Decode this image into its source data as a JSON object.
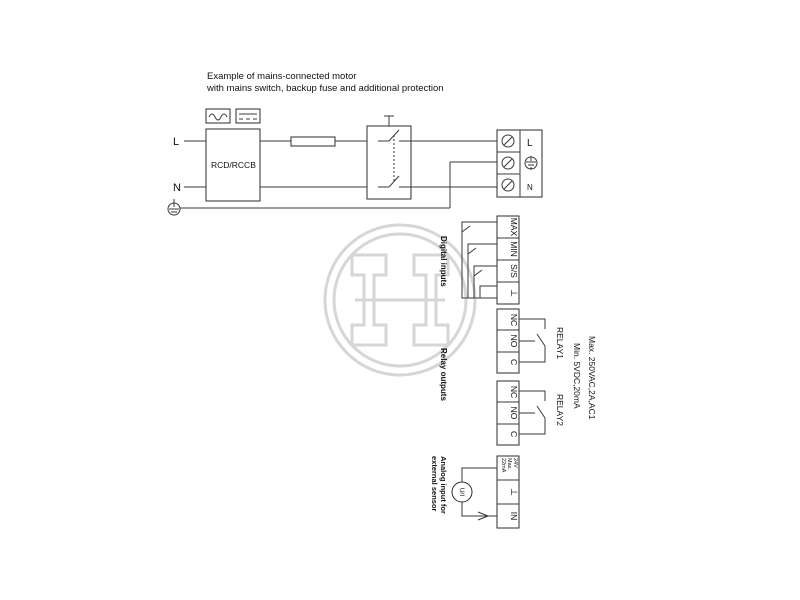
{
  "caption": {
    "line1": "Example of mains-connected motor",
    "line2": "with mains switch, backup fuse and additional protection"
  },
  "supply": {
    "line_label": "L",
    "neutral_label": "N"
  },
  "rcd_label": "RCD/RCCB",
  "mains_terminal": {
    "l_label": "L",
    "n_label": "N"
  },
  "digital_inputs": {
    "title": "Digital inputs",
    "terminals": [
      "MAX",
      "MIN",
      "S/S",
      "⊥"
    ]
  },
  "relay_outputs": {
    "title": "Relay outputs",
    "relay1": {
      "name": "RELAY1",
      "terminals": [
        "NC",
        "NO",
        "C"
      ]
    },
    "relay2": {
      "name": "RELAY2",
      "terminals": [
        "NC",
        "NO",
        "C"
      ]
    },
    "rating_max": "Max. 250VAC,2A,AC1",
    "rating_min": "Min. 5VDC,20mA"
  },
  "analog_input": {
    "title_line1": "Analog input for",
    "title_line2": "external sensor",
    "header": [
      "24V",
      "Max.",
      "22mA"
    ],
    "terminals": [
      "⊥",
      "IN"
    ],
    "sensor_label": "U/I"
  },
  "icons": [
    "sine-wave-icon",
    "dc-icon",
    "earth-ground-icon",
    "screw-terminal-icon",
    "relay-contact-icon"
  ]
}
